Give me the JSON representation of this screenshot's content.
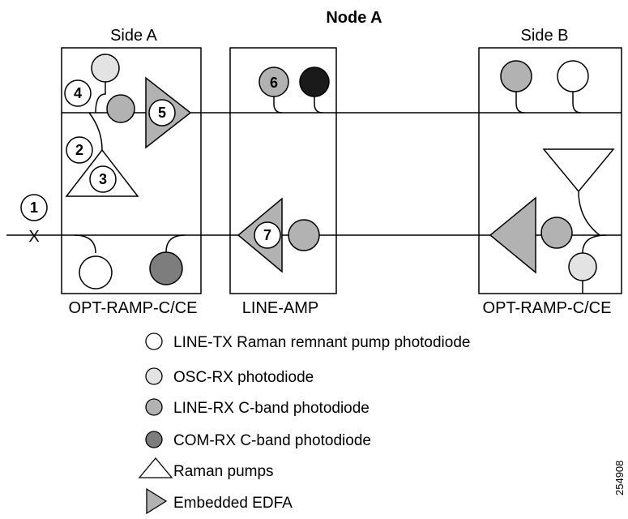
{
  "diagram": {
    "title": "Node A",
    "sides": {
      "a": "Side A",
      "b": "Side B"
    },
    "cards": {
      "left": "OPT-RAMP-C/CE",
      "middle": "LINE-AMP",
      "right": "OPT-RAMP-C/CE"
    },
    "cut_mark": "X",
    "callouts": [
      "1",
      "2",
      "3",
      "4",
      "5",
      "6",
      "7"
    ],
    "figure_number": "254908"
  },
  "legend": {
    "line_tx": "LINE-TX Raman remnant pump photodiode",
    "osc_rx": "OSC-RX photodiode",
    "line_rx": "LINE-RX C-band photodiode",
    "com_rx": "COM-RX C-band photodiode",
    "raman": "Raman pumps",
    "edfa": "Embedded EDFA"
  },
  "colors": {
    "white": "#ffffff",
    "light_gray": "#e3e3e3",
    "mid_gray": "#b2b2b2",
    "dark_gray": "#7d7d7d",
    "black": "#1a1a1a",
    "amp_fill": "#b2b2b2"
  }
}
